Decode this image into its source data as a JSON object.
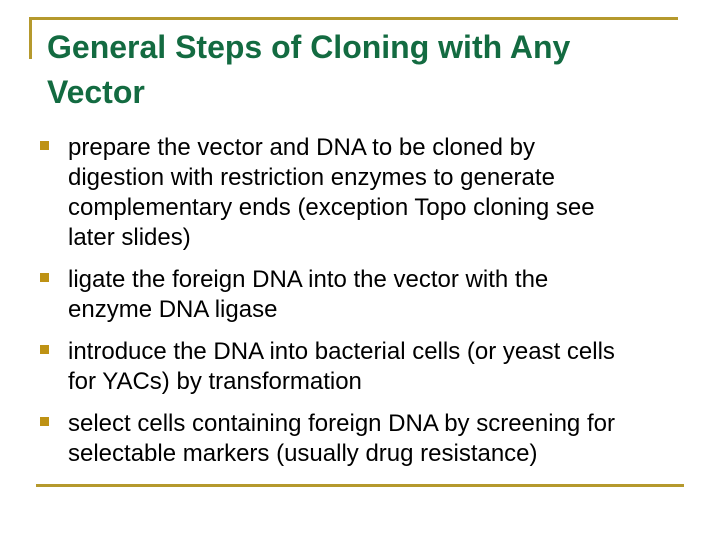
{
  "slide": {
    "title": "General Steps of Cloning with Any Vector",
    "title_lines": [
      "General Steps of Cloning with Any",
      "Vector"
    ],
    "bullets": [
      {
        "text": "prepare the vector and DNA to be cloned by digestion with restriction enzymes to generate complementary ends (exception Topo cloning see later slides)",
        "lines": [
          "prepare the vector and DNA to be cloned by",
          "digestion with restriction enzymes to generate",
          "complementary ends (exception Topo cloning see",
          "later slides)"
        ]
      },
      {
        "text": "ligate the foreign DNA into the vector with the enzyme DNA ligase",
        "lines": [
          "ligate the foreign DNA into the vector with the",
          "enzyme DNA ligase"
        ]
      },
      {
        "text": "introduce the DNA into bacterial cells (or yeast cells for YACs) by transformation",
        "lines": [
          "introduce the DNA into bacterial cells (or yeast cells",
          "for YACs) by transformation"
        ]
      },
      {
        "text": "select cells containing foreign DNA by screening for selectable markers (usually drug resistance)",
        "lines": [
          "select cells containing foreign DNA by screening for",
          "selectable markers (usually drug resistance)"
        ]
      }
    ],
    "colors": {
      "title_green": "#136B41",
      "accent_gold": "#B5992D",
      "bullet_gold": "#BE9214",
      "body_text": "#000000",
      "background": "#FFFFFF"
    }
  }
}
